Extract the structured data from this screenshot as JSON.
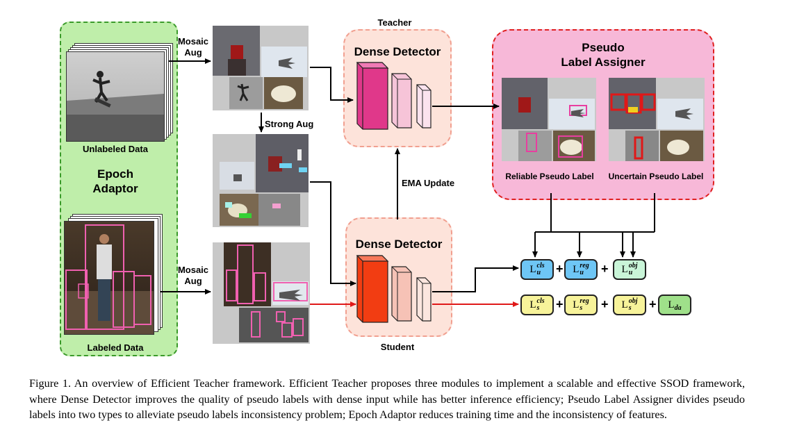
{
  "figure": {
    "epoch_adaptor": {
      "title": "Epoch\nAdaptor",
      "unlabeled": "Unlabeled Data",
      "labeled": "Labeled Data"
    },
    "mosaic_aug_top": "Mosaic\nAug",
    "mosaic_aug_bottom": "Mosaic\nAug",
    "strong_aug": "Strong Aug",
    "teacher": {
      "role": "Teacher",
      "title": "Dense Detector"
    },
    "student": {
      "role": "Student",
      "title": "Dense Detector"
    },
    "ema_update": "EMA Update",
    "pla": {
      "title": "Pseudo\nLabel Assigner",
      "reliable": "Reliable Pseudo Label",
      "uncertain": "Uncertain Pseudo Label"
    },
    "losses_unlabeled": [
      {
        "base": "L",
        "sup": "cls",
        "sub": "u",
        "color": "#6ec6f5"
      },
      {
        "base": "L",
        "sup": "reg",
        "sub": "u",
        "color": "#6ec6f5"
      },
      {
        "base": "L",
        "sup": "obj",
        "sub": "u",
        "color": "#c9f5d8"
      }
    ],
    "losses_labeled": [
      {
        "base": "L",
        "sup": "cls",
        "sub": "s",
        "color": "#f7f39a"
      },
      {
        "base": "L",
        "sup": "reg",
        "sub": "s",
        "color": "#f7f39a"
      },
      {
        "base": "L",
        "sup": "obj",
        "sub": "s",
        "color": "#f7f39a"
      },
      {
        "base": "L",
        "sup": "",
        "sub": "da",
        "color": "#9fe08a"
      }
    ],
    "plus": "+"
  },
  "caption": "Figure 1. An overview of Efficient Teacher framework. Efficient Teacher proposes three modules to implement a scalable and effective SSOD framework, where Dense Detector improves the quality of pseudo labels with dense input while has better inference efficiency; Pseudo Label Assigner divides pseudo labels into two types to alleviate pseudo labels inconsistency problem; Epoch Adaptor reduces training time and the inconsistency of features.",
  "colors": {
    "epoch_bg": "#bfeeaa",
    "epoch_border": "#3a9a2a",
    "detector_bg": "#fde3da",
    "detector_border": "#f19f8f",
    "pla_bg": "#f7b8d8",
    "pla_border": "#e02020",
    "teacher_block": "#e0388a",
    "student_block": "#f23d12"
  }
}
